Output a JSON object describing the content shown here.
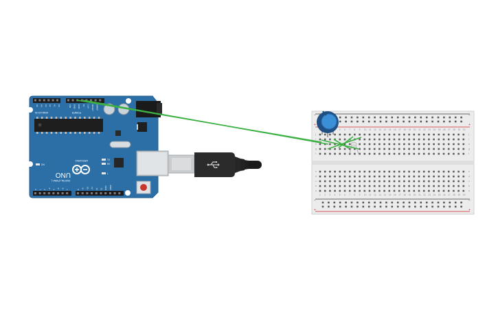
{
  "workspace": {
    "arduino": {
      "brand": "ARDUINO",
      "model": "UNO",
      "header_analog": "ANALOG IN",
      "header_power": "POWER",
      "header_digital": "DIGITAL (PWM~)",
      "led_tx": "TX",
      "led_rx": "RX",
      "led_l": "L",
      "led_on": "ON",
      "analog_pins": [
        "A5",
        "A4",
        "A3",
        "A2",
        "A1",
        "A0"
      ],
      "power_pins": [
        "VIN",
        "GND",
        "GND",
        "5V",
        "3.3V",
        "RESET",
        "IOREF"
      ],
      "digital_pins": [
        "0",
        "1",
        "2",
        "~3",
        "4",
        "~5",
        "~6",
        "7",
        "8",
        "~9",
        "~10",
        "~11",
        "12",
        "13",
        "GND",
        "AREF"
      ],
      "board_color": "#2B6FA6"
    },
    "usb_cable": {
      "color": "#2b2b2b"
    },
    "breadboard": {
      "rows_top": [
        "j",
        "i",
        "h",
        "g",
        "f"
      ],
      "rows_bottom": [
        "e",
        "d",
        "c",
        "b",
        "a"
      ],
      "columns": 30,
      "rail_minus_color": "#3d3d3d",
      "rail_plus_color": "#d22a2a",
      "body_color": "#ececec"
    },
    "potentiometer": {
      "color": "#1f4f83",
      "knob_color": "#3a8fd6"
    },
    "wires": {
      "color": "#3cb043"
    }
  }
}
